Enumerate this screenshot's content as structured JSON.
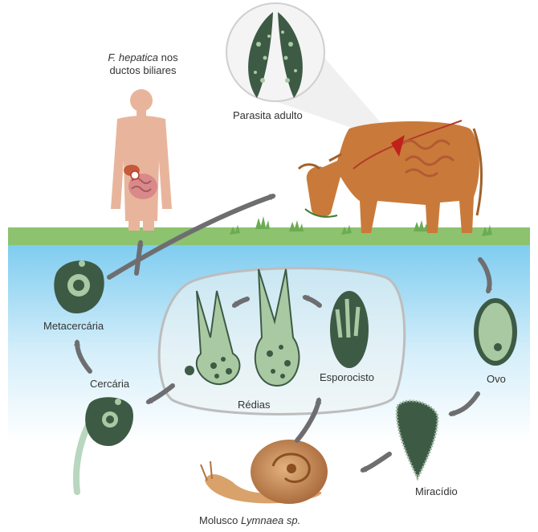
{
  "diagram": {
    "labels": {
      "host_caption_italic": "F. hepatica",
      "host_caption_rest": " nos",
      "host_caption_line2": "ductos biliares",
      "adult": "Parasita adulto",
      "metacercaria": "Metacercária",
      "cercaria": "Cercária",
      "redias": "Rédias",
      "esporocisto": "Esporocisto",
      "ovo": "Ovo",
      "miracidio": "Miracídio",
      "mollusc_prefix": "Molusco ",
      "mollusc_italic": "Lymnaea sp."
    },
    "colors": {
      "grass": "#8dc26f",
      "water_top": "#7ccbef",
      "water_bottom": "#ffffff",
      "arrow": "#6e6e70",
      "parasite_dark": "#3d5a45",
      "parasite_light": "#a8c9a2",
      "cow": "#c97a3a",
      "human": "#e8b59c",
      "snail": "#c08a55"
    }
  }
}
